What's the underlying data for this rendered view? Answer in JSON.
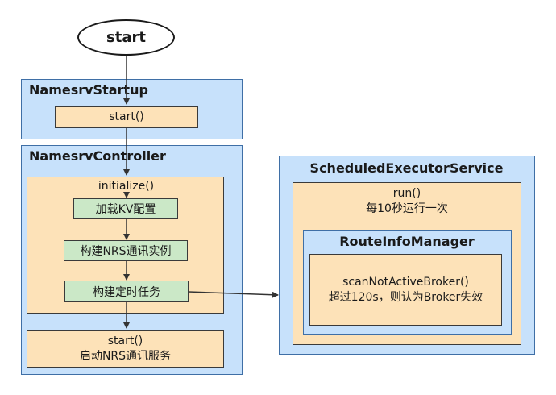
{
  "start_node": {
    "label": "start"
  },
  "namesrv_startup": {
    "title": "NamesrvStartup",
    "start_call": "start()"
  },
  "namesrv_controller": {
    "title": "NamesrvController",
    "initialize": {
      "label": "initialize()",
      "steps": [
        "加载KV配置",
        "构建NRS通讯实例",
        "构建定时任务"
      ]
    },
    "start_block": {
      "line1": "start()",
      "line2": "启动NRS通讯服务"
    }
  },
  "scheduled_executor": {
    "title": "ScheduledExecutorService",
    "run": {
      "line1": "run()",
      "line2": "每10秒运行一次"
    },
    "route_info_manager": {
      "title": "RouteInfoManager",
      "method": {
        "line1": "scanNotActiveBroker()",
        "line2": "超过120s，则认为Broker失效"
      }
    }
  },
  "colors": {
    "container_blue": "#c7e1fb",
    "container_border": "#3f6fa6",
    "orange_fill": "#fde2b8",
    "green_fill": "#cbe8c7"
  }
}
